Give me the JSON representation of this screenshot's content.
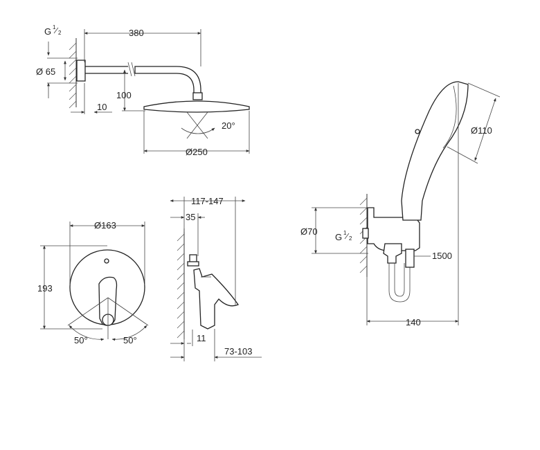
{
  "overhead_shower": {
    "thread_prefix": "G",
    "thread_num": "1",
    "thread_den": "2",
    "arm_length": "380",
    "flange_diameter": "Ø 65",
    "height": "100",
    "wall_offset": "10",
    "tilt_angle": "20°",
    "head_diameter": "Ø250"
  },
  "mixer": {
    "plate_diameter": "Ø163",
    "height": "193",
    "angle_left": "50°",
    "angle_right": "50°",
    "depth_range": "117-147",
    "depth_body": "35",
    "depth_handle": "11",
    "projection_range": "73-103"
  },
  "hand_shower": {
    "head_diameter": "Ø110",
    "outlet_diameter": "Ø70",
    "thread_prefix": "G",
    "thread_num": "1",
    "thread_den": "2",
    "hose_length": "1500",
    "projection": "140"
  },
  "colors": {
    "line": "#333333",
    "background": "#ffffff"
  }
}
